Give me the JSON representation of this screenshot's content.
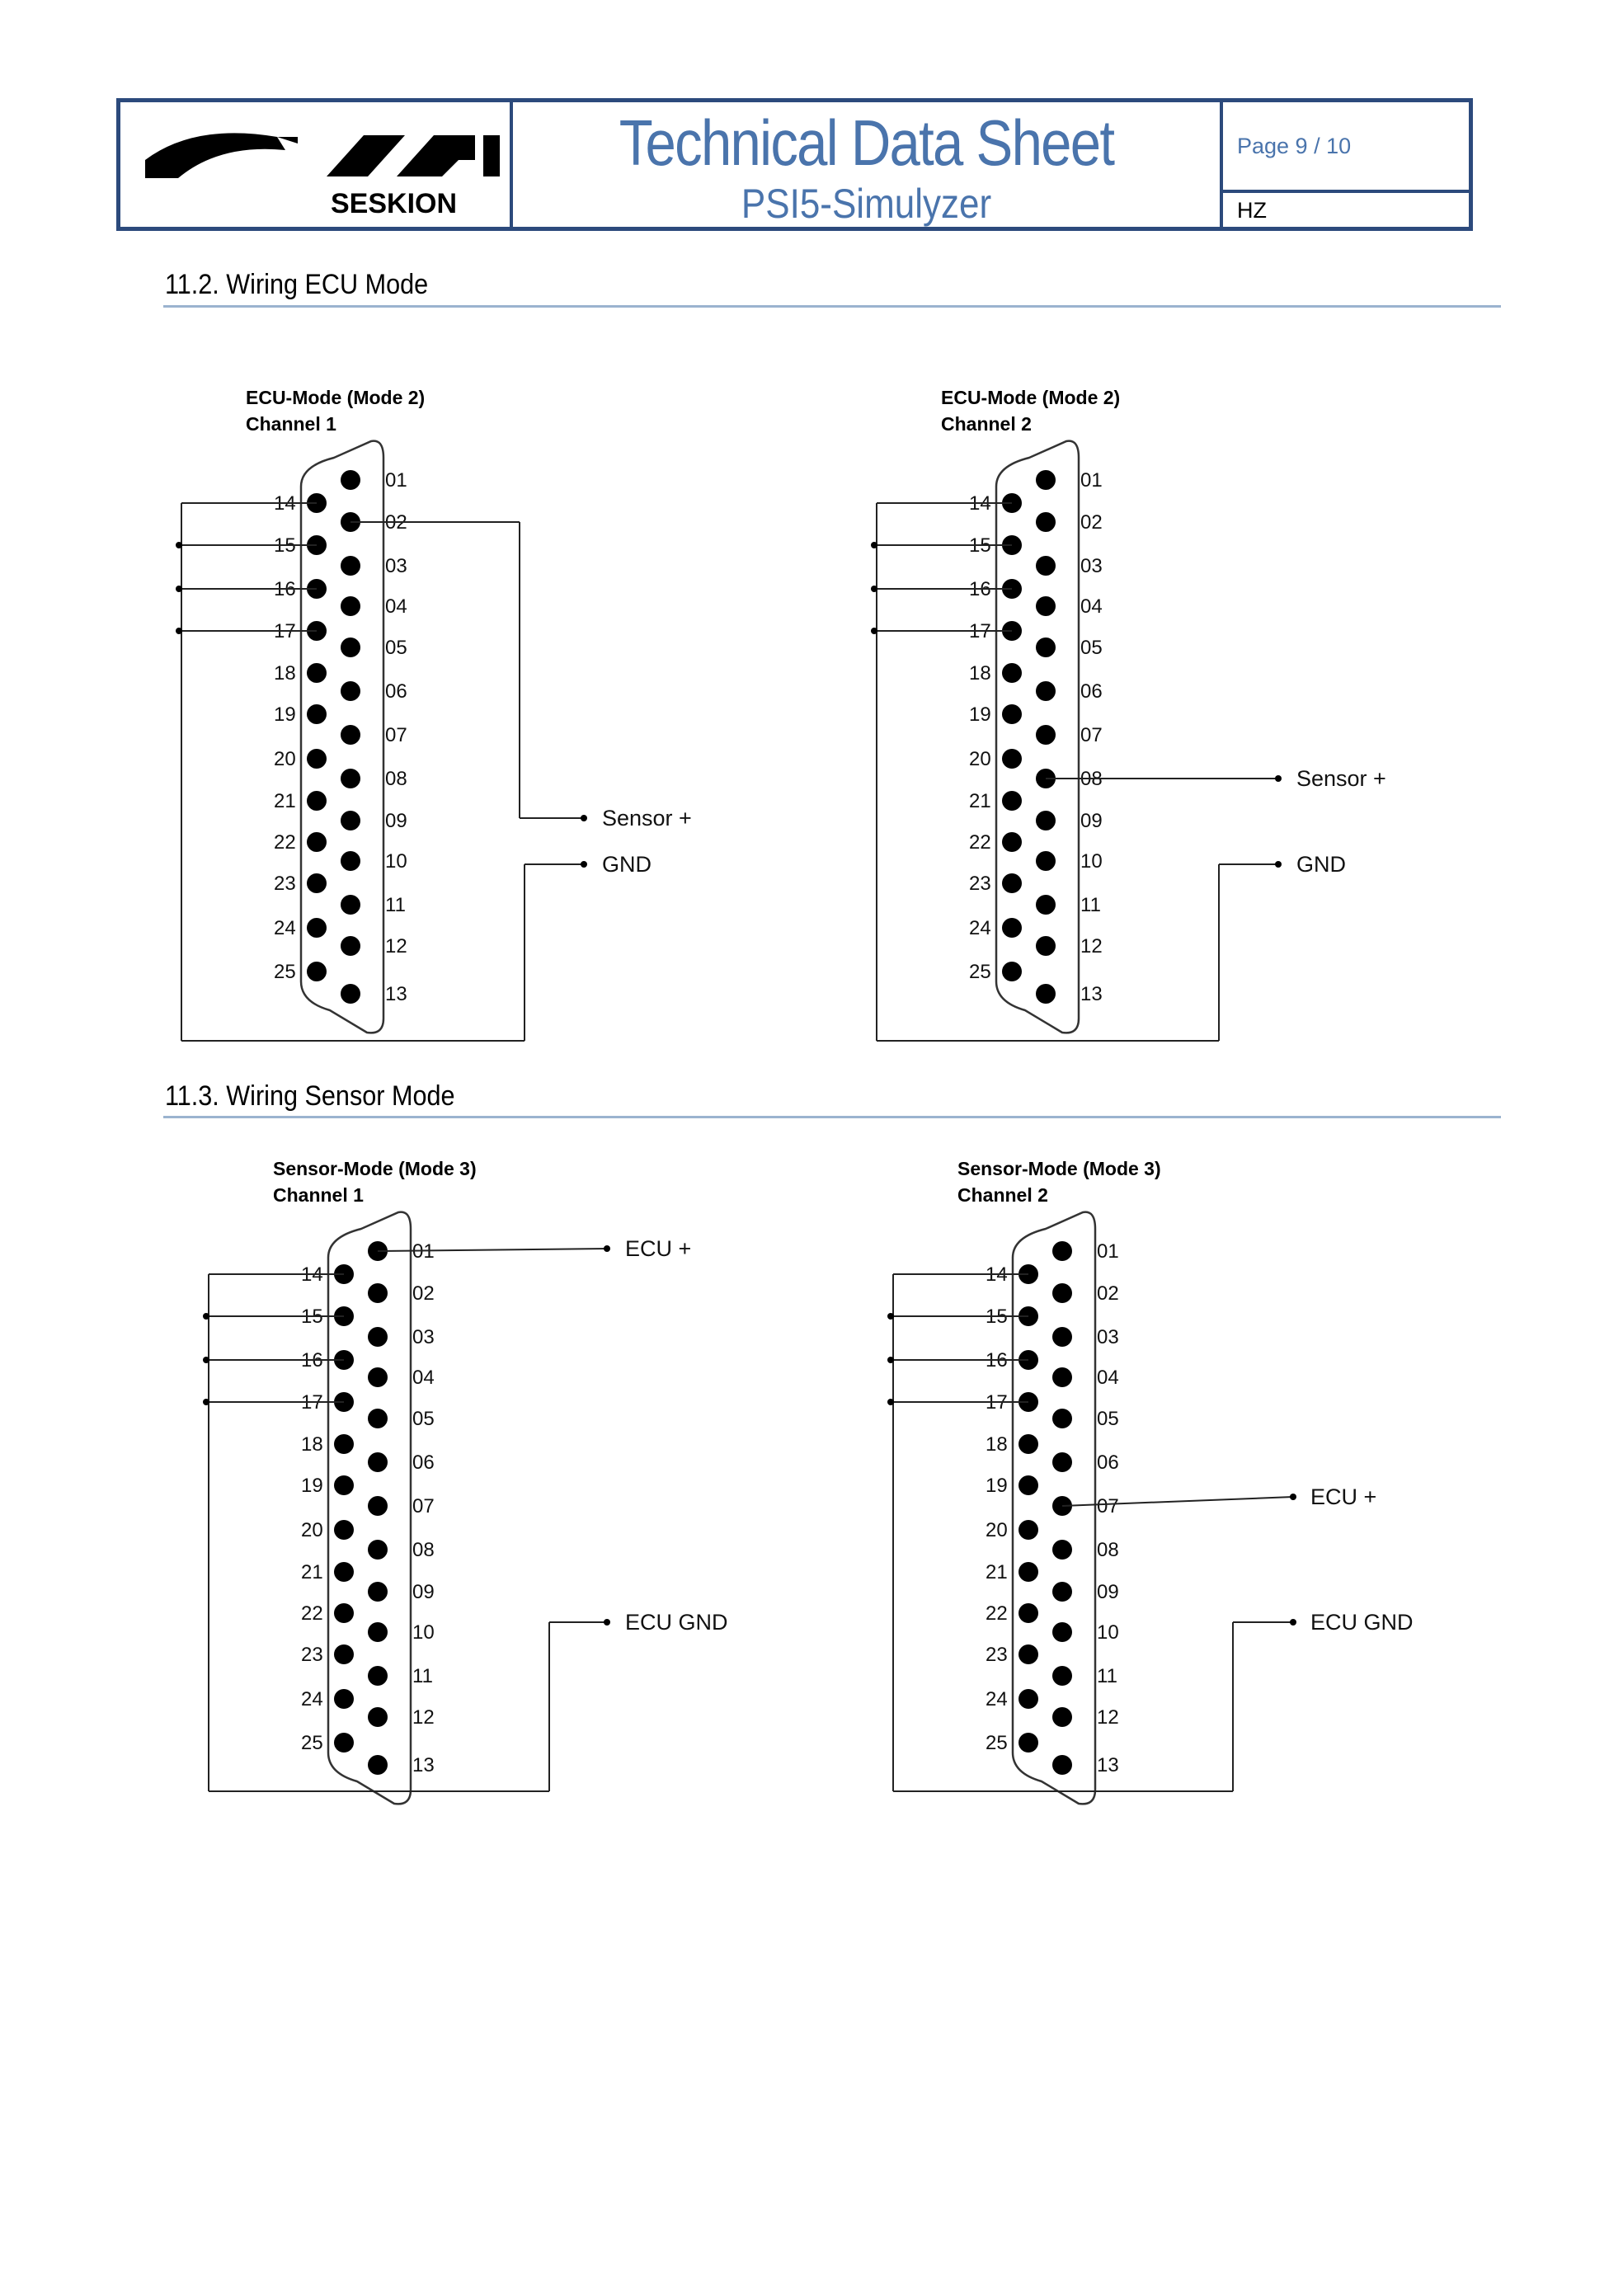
{
  "header": {
    "company": "SESKION",
    "title": "Technical Data Sheet",
    "subtitle": "PSI5-Simulyzer",
    "page": "Page 9 / 10",
    "author": "HZ"
  },
  "sections": [
    {
      "heading": "11.2. Wiring ECU Mode"
    },
    {
      "heading": "11.3. Wiring Sensor Mode"
    }
  ],
  "diagrams": [
    {
      "title_line1": "ECU-Mode (Mode 2)",
      "title_line2": "Channel 1",
      "signals": [
        {
          "pin": "02",
          "label": "Sensor +"
        },
        {
          "label": "GND"
        }
      ]
    },
    {
      "title_line1": "ECU-Mode (Mode 2)",
      "title_line2": "Channel 2",
      "signals": [
        {
          "pin": "08",
          "label": "Sensor +"
        },
        {
          "label": "GND"
        }
      ]
    },
    {
      "title_line1": "Sensor-Mode (Mode 3)",
      "title_line2": "Channel 1",
      "signals": [
        {
          "pin": "01",
          "label": "ECU +"
        },
        {
          "label": "ECU GND"
        }
      ]
    },
    {
      "title_line1": "Sensor-Mode (Mode 3)",
      "title_line2": "Channel 2",
      "signals": [
        {
          "pin": "07",
          "label": "ECU +"
        },
        {
          "label": "ECU GND"
        }
      ]
    }
  ],
  "pins": {
    "top_row": [
      "01",
      "02",
      "03",
      "04",
      "05",
      "06",
      "07",
      "08",
      "09",
      "10",
      "11",
      "12",
      "13"
    ],
    "bottom_row": [
      "14",
      "15",
      "16",
      "17",
      "18",
      "19",
      "20",
      "21",
      "22",
      "23",
      "24",
      "25"
    ]
  }
}
